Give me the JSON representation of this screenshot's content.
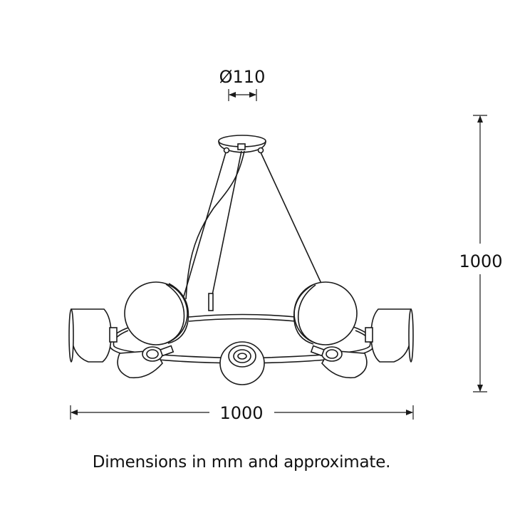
{
  "dimensions": {
    "canopy_diameter": "Ø110",
    "height": "1000",
    "width": "1000"
  },
  "caption": "Dimensions in mm and approximate."
}
